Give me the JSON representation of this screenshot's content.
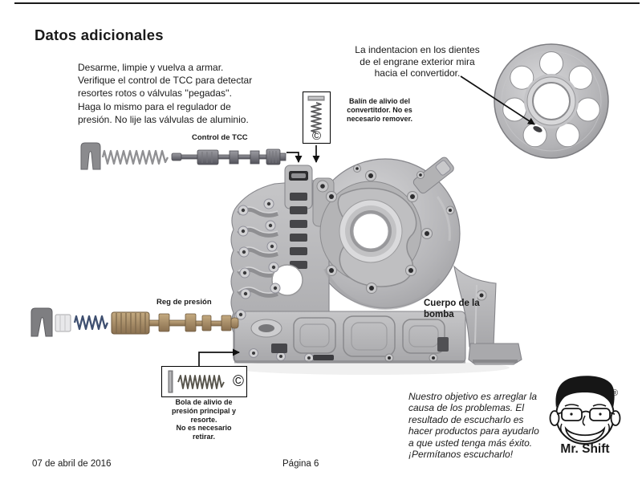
{
  "page": {
    "title": "Datos adicionales",
    "footer_date": "07 de abril de 2016",
    "footer_page": "Página 6"
  },
  "intro": {
    "text": "Desarme, limpie y vuelva a armar.\nVerifique el control de TCC para detectar\nresortes rotos o válvulas ''pegadas''.\nHaga lo mismo para el regulador de\npresión. No lije las válvulas de aluminio."
  },
  "gear_note": {
    "text": "La indentacion en los dientes\nde el engrane exterior mira\nhacia el convertidor."
  },
  "converter_ball": {
    "note": "Balín de alivio del\nconvertitdor. No es\nnecesario remover.",
    "symbol": "©"
  },
  "tcc": {
    "label": "Control de TCC"
  },
  "regulator": {
    "label": "Reg de presión"
  },
  "pump": {
    "label": "Cuerpo de la\nbomba"
  },
  "main_ball": {
    "note": "Bola de alivio de\npresión principal y\nresorte.\nNo es necesario\nretirar.",
    "symbol": "©"
  },
  "mission": {
    "text": "Nuestro objetivo es arreglar la\ncausa de los problemas. El\nresultado de escucharlo es\nhacer productos para ayudarlo\na que usted tenga más éxito.\n¡Permítanos escucharlo!"
  },
  "brand": {
    "name": "Mr. Shift",
    "registered": "®"
  },
  "colors": {
    "aluminum": "#b8b8ba",
    "spring_blue": "#3e4f70",
    "valve_tan": "#ac9168",
    "ink": "#1a1a1a"
  }
}
